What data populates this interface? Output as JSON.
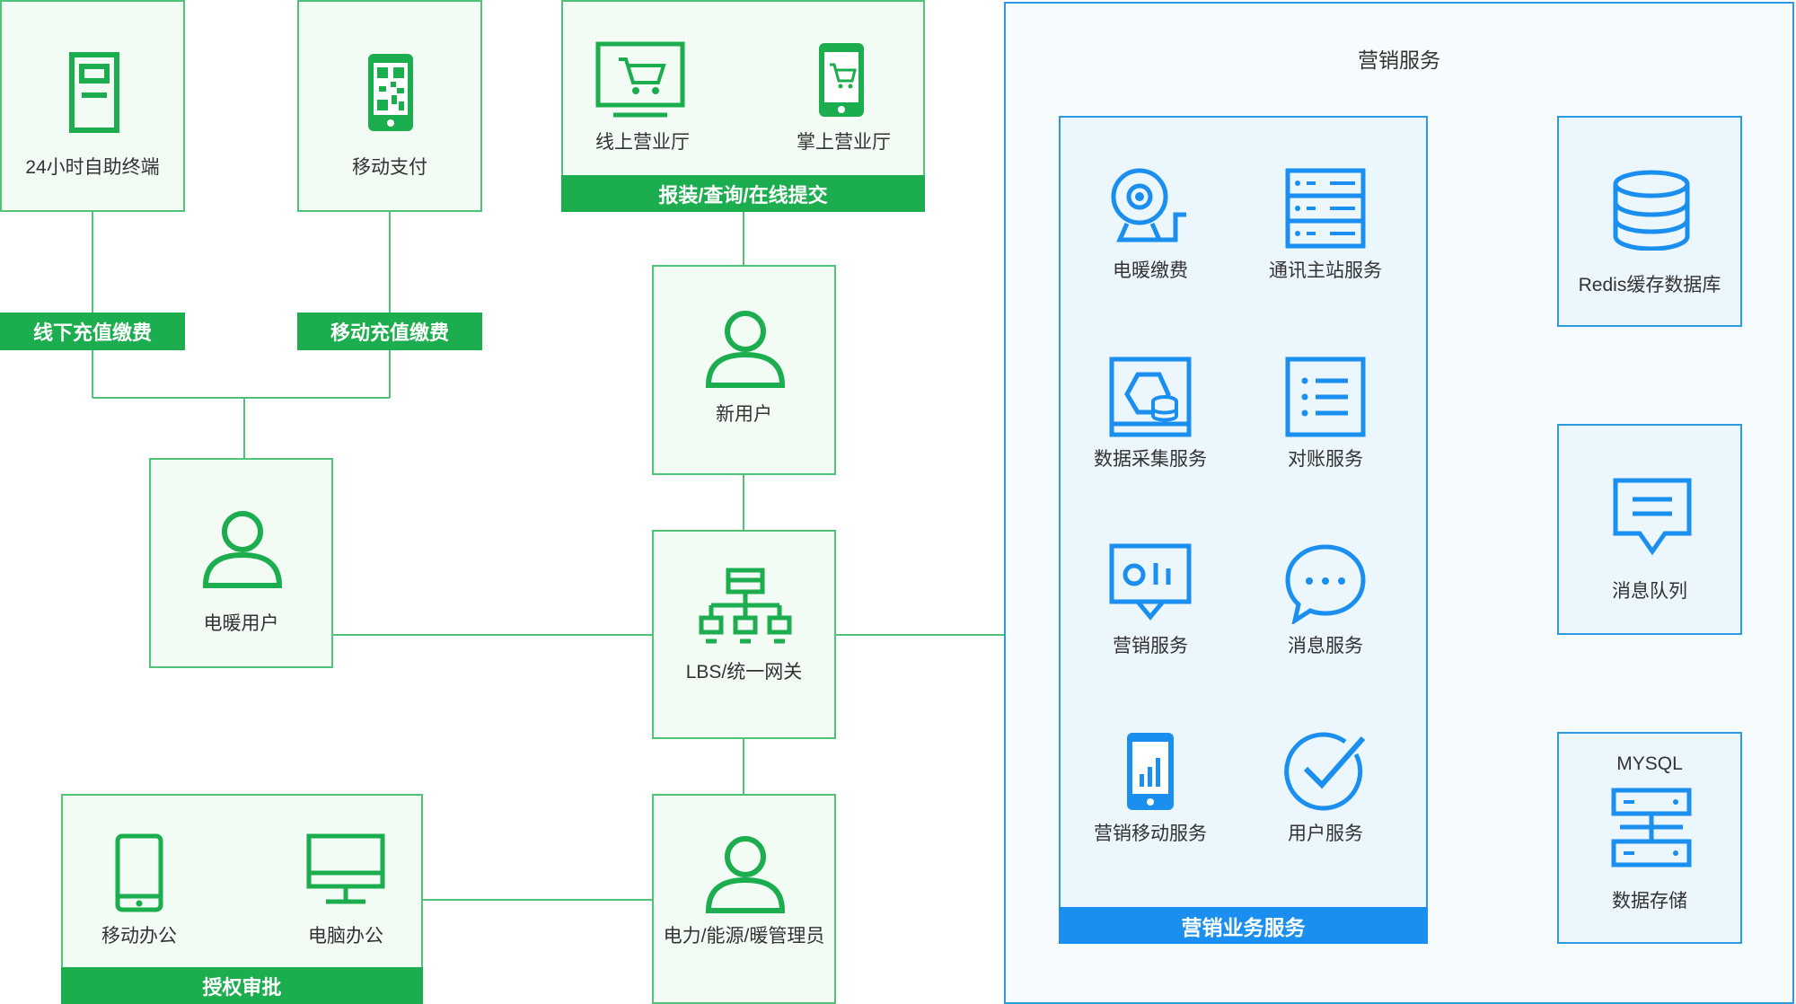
{
  "channels": {
    "terminal": "24小时自助终端",
    "mobile_pay": "移动支付",
    "online_hall": "线上营业厅",
    "mobile_hall": "掌上营业厅",
    "online_bar": "报装/查询/在线提交",
    "offline_recharge": "线下充值缴费",
    "mobile_recharge": "移动充值缴费"
  },
  "users": {
    "new_user": "新用户",
    "heating_user": "电暖用户",
    "gateway": "LBS/统一网关",
    "admin": "电力/能源/暖管理员"
  },
  "office": {
    "mobile_office": "移动办公",
    "pc_office": "电脑办公",
    "approval": "授权审批"
  },
  "marketing": {
    "title": "营销服务",
    "bar": "营销业务服务",
    "services": [
      "电暖缴费",
      "通讯主站服务",
      "数据采集服务",
      "对账服务",
      "营销服务",
      "消息服务",
      "营销移动服务",
      "用户服务"
    ]
  },
  "storage": {
    "redis": "Redis缓存数据库",
    "queue": "消息队列",
    "mysql_title": "MYSQL",
    "mysql": "数据存储"
  },
  "colors": {
    "green": "#1cad4e",
    "green_border": "#4fc378",
    "blue": "#1a8ff0",
    "blue_border": "#2d9ae0"
  }
}
